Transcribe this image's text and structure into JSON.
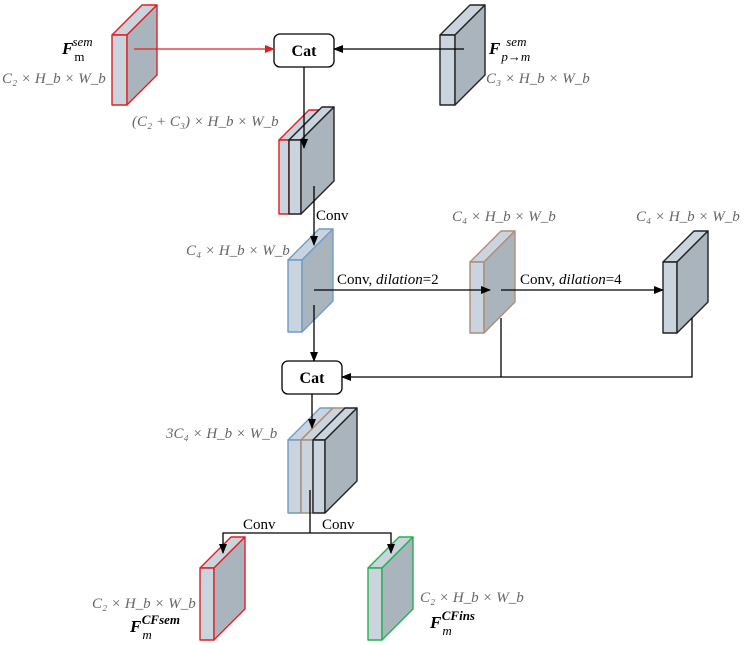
{
  "colors": {
    "face": "#aab4bd",
    "side": "#c9d4de",
    "red": "#e02020",
    "blue": "#6e9cc8",
    "brown": "#b38b74",
    "green": "#22b14c",
    "black": "#222222"
  },
  "nodes": {
    "cat_top": "Cat",
    "cat_mid": "Cat"
  },
  "features": {
    "f_m_sem": {
      "base": "F",
      "sub": "m",
      "sup": "sem"
    },
    "f_pm_sem": {
      "base": "F",
      "sub": "p→m",
      "sup": "sem"
    },
    "f_cfsem": {
      "base": "F",
      "sub": "m",
      "sup": "CFsem"
    },
    "f_cfins": {
      "base": "F",
      "sub": "m",
      "sup": "CFins"
    }
  },
  "dims": {
    "left_top": "C₂ × H_b × W_b",
    "right_top": "C₃ × H_b × W_b",
    "concat": "(C₂ + C₃) × H_b × W_b",
    "conv1": "C₄ × H_b × W_b",
    "dil2": "C₄ × H_b × W_b",
    "dil4": "C₄ × H_b × W_b",
    "concat3": "3C₄ × H_b × W_b",
    "out_left": "C₂ × H_b × W_b",
    "out_right": "C₂ × H_b × W_b"
  },
  "edge_labels": {
    "conv_a": "Conv",
    "conv_dil2_prefix": "Conv, ",
    "conv_dil2_word": "dilation",
    "conv_dil2_value": "=2",
    "conv_dil4_prefix": "Conv, ",
    "conv_dil4_word": "dilation",
    "conv_dil4_value": "=4",
    "conv_out_left": "Conv",
    "conv_out_right": "Conv"
  }
}
